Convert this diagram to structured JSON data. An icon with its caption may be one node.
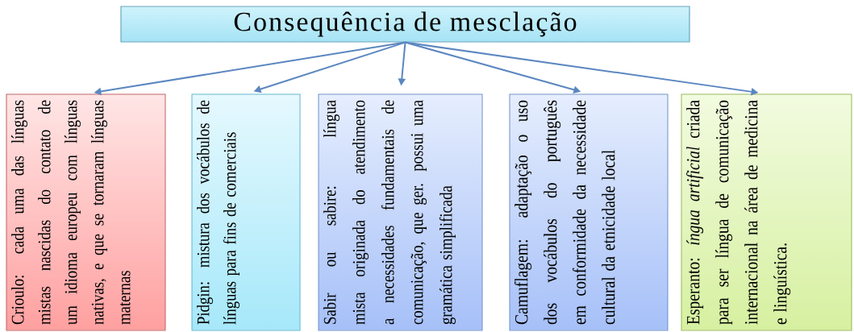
{
  "diagram": {
    "nodes": [
      {
        "text": [
          "Consequência de mesclação"
        ]
      },
      {
        "text": [
          "Crioulo: cada uma das línguas mistas nascidas do contato de um idioma europeu com línguas nativas, e que se tornaram línguas maternas"
        ]
      },
      {
        "text": [
          "Pidgin: mistura dos vocábulos de línguas para fins de comerciais"
        ]
      },
      {
        "text": [
          "Sabir ou sabire: língua mista originada do atendimento a necessidades fundamentais de comunicação, que ger. possui uma gramática simplificada"
        ]
      },
      {
        "text": [
          "Camuflagem: adaptação o uso dos vocábulos do português em conformidade da necessidade cultural da etnicidade local"
        ]
      },
      {
        "text": [
          "Esperanto: *íngua artificial* criada para ser língua de comunicação internacional na área de medicina e linguística."
        ]
      }
    ],
    "edges": [
      {
        "from": 0,
        "to": 1,
        "arrow": "to"
      },
      {
        "from": 0,
        "to": 2,
        "arrow": "to"
      },
      {
        "from": 0,
        "to": 3,
        "arrow": "to"
      },
      {
        "from": 0,
        "to": 4,
        "arrow": "to"
      },
      {
        "from": 0,
        "to": 5,
        "arrow": "to"
      }
    ]
  }
}
